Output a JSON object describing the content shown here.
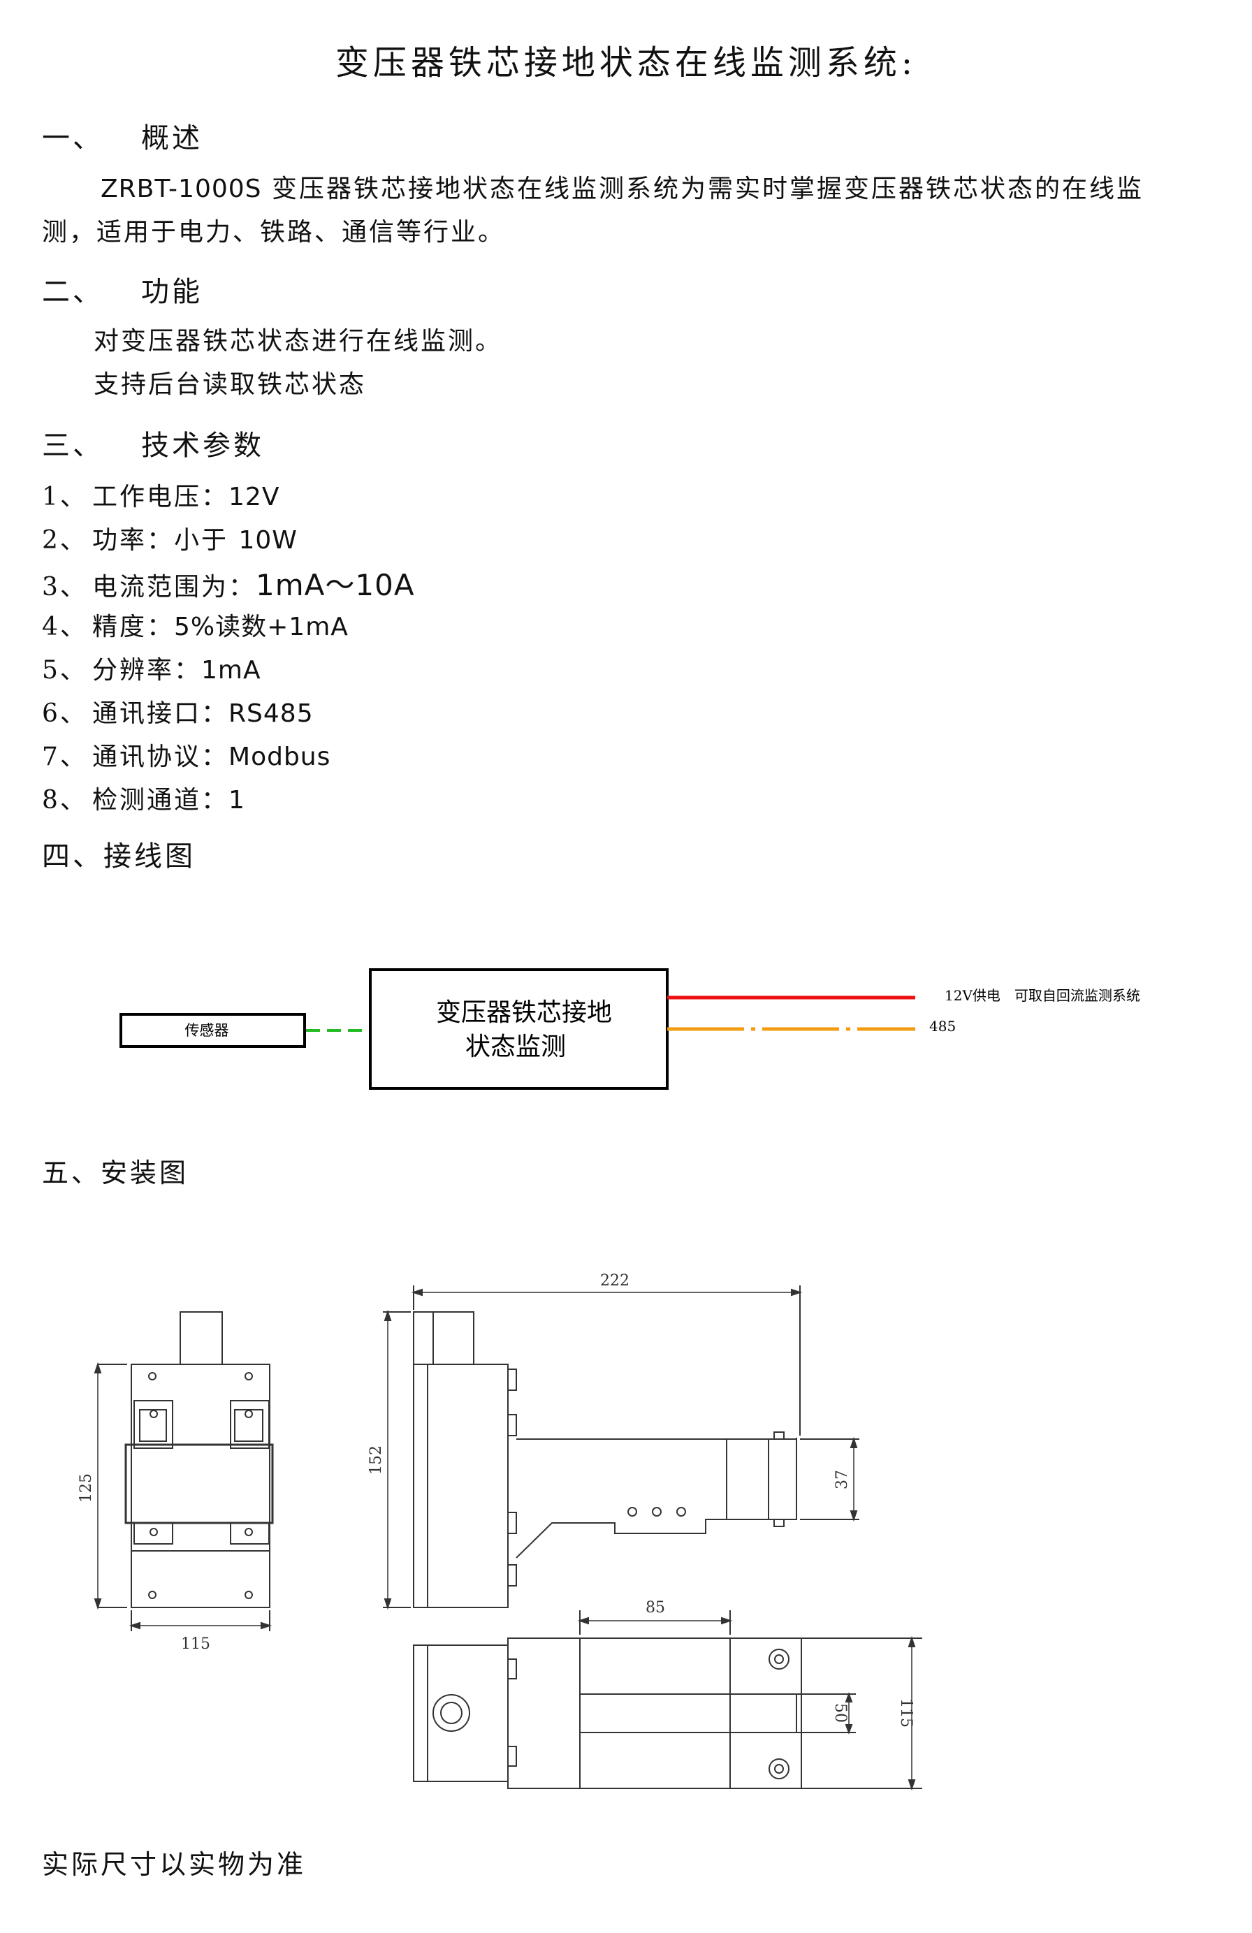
{
  "title": "变压器铁芯接地状态在线监测系统:",
  "sections": {
    "overview": {
      "num": "一、",
      "title": "概述"
    },
    "function": {
      "num": "二、",
      "title": "功能"
    },
    "params": {
      "num": "三、",
      "title": "技术参数"
    },
    "wiring": {
      "title": "四、接线图"
    },
    "install": {
      "title": "五、安装图"
    }
  },
  "overview_text": {
    "model": "ZRBT-1000S",
    "line1": "变压器铁芯接地状态在线监测系统为需实时掌握变压器铁芯状态的在线监",
    "line2": "测，适用于电力、铁路、通信等行业。"
  },
  "function_items": [
    "对变压器铁芯状态进行在线监测。",
    "支持后台读取铁芯状态"
  ],
  "params": [
    {
      "idx": "1、",
      "label": "工作电压：",
      "value": "12V"
    },
    {
      "idx": "2、",
      "label": "功率：小于",
      "value": "10W"
    },
    {
      "idx": "3、",
      "label": "电流范围为：",
      "value": "1mA～10A"
    },
    {
      "idx": "4、",
      "label": "精度：",
      "value": "5%读数+1mA"
    },
    {
      "idx": "5、",
      "label": "分辨率：",
      "value": "1mA"
    },
    {
      "idx": "6、",
      "label": "通讯接口：",
      "value": "RS485"
    },
    {
      "idx": "7、",
      "label": "通讯协议：",
      "value": "Modbus"
    },
    {
      "idx": "8、",
      "label": "检测通道：",
      "value": "1"
    }
  ],
  "wiring_diagram": {
    "sensor_label": "传感器",
    "device_line1": "变压器铁芯接地",
    "device_line2": "状态监测",
    "power_label": "12V供电　可取自回流监测系统",
    "comm_label": "485",
    "colors": {
      "signal": "#22bb22",
      "power": "#ee1111",
      "comm": "#f39c12"
    }
  },
  "dimensions": {
    "front_height": "125",
    "front_width": "115",
    "side_height": "152",
    "side_length": "222",
    "side_arm": "37",
    "top_width": "85",
    "top_height": "115",
    "top_slot": "50"
  },
  "footer": "实际尺寸以实物为准"
}
